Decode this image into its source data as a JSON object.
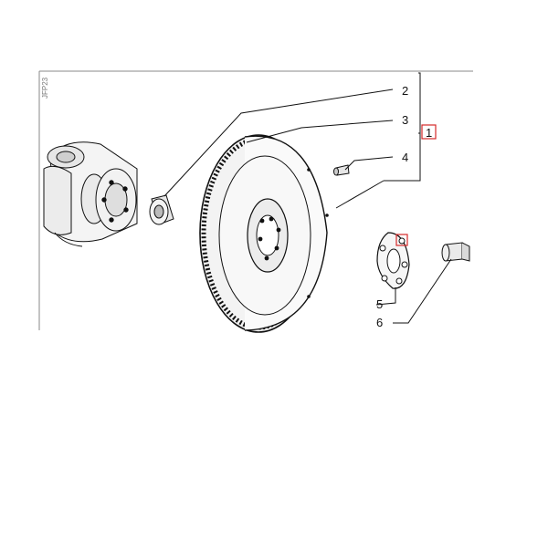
{
  "diagram": {
    "corner_code": "JFP23",
    "callouts": [
      {
        "id": "1",
        "label": "1",
        "highlighted": true
      },
      {
        "id": "2",
        "label": "2",
        "highlighted": false
      },
      {
        "id": "3",
        "label": "3",
        "highlighted": false
      },
      {
        "id": "4",
        "label": "4",
        "highlighted": false
      },
      {
        "id": "5",
        "label": "5",
        "highlighted": false
      },
      {
        "id": "6",
        "label": "6",
        "highlighted": false
      }
    ],
    "highlight_color": "#d42a2a",
    "parts": [
      {
        "name": "crankshaft-end",
        "icon": "crankshaft"
      },
      {
        "name": "pilot-bushing",
        "icon": "bushing"
      },
      {
        "name": "flywheel-with-ring-gear",
        "icon": "flywheel"
      },
      {
        "name": "dowel-pin",
        "icon": "pin"
      },
      {
        "name": "bolt-washer-plate",
        "icon": "plate"
      },
      {
        "name": "flywheel-bolt",
        "icon": "bolt"
      }
    ]
  }
}
